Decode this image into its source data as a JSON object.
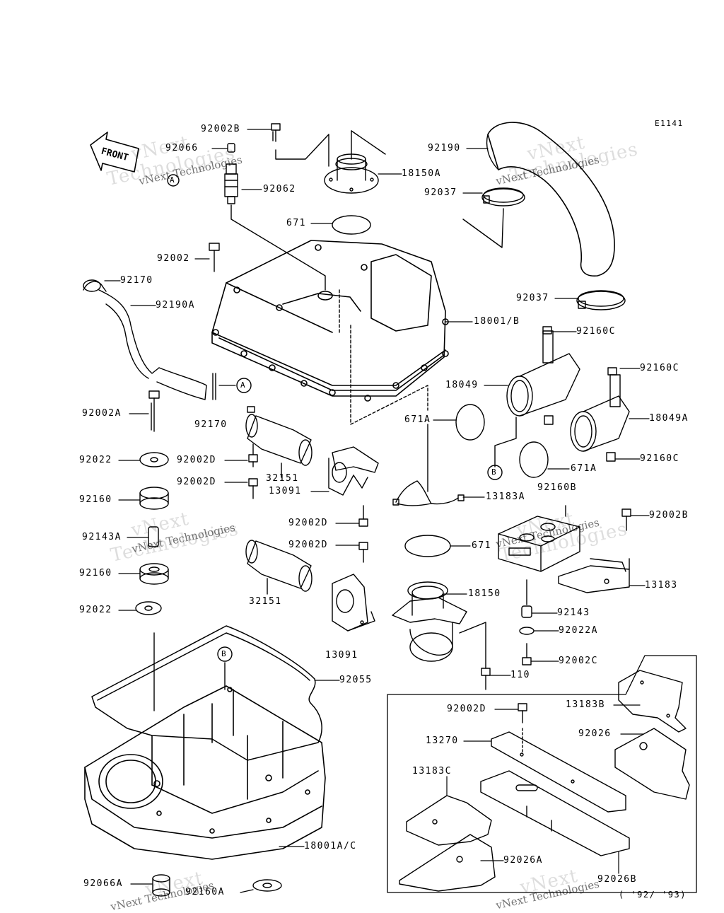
{
  "diagram_id": "E1141",
  "front_label": "FRONT",
  "watermark": {
    "brand": "vNext Technologies",
    "line1": "vNext",
    "line2": "Technologies"
  },
  "markers": {
    "a": "A",
    "b": "B"
  },
  "labels": {
    "p92002B_top": "92002B",
    "p92066": "92066",
    "p92062": "92062",
    "p18150A": "18150A",
    "p92190": "92190",
    "p92037_top": "92037",
    "p671": "671",
    "p92002": "92002",
    "p92170": "92170",
    "p92190A": "92190A",
    "p18001B": "18001/B",
    "p92037_mid": "92037",
    "p92160C_1": "92160C",
    "p92160C_2": "92160C",
    "p18049": "18049",
    "p18049A": "18049A",
    "p92002A": "92002A",
    "p92170_low": "92170",
    "p671A_1": "671A",
    "p671A_2": "671A",
    "p92160C_3": "92160C",
    "p92022": "92022",
    "p92002D_1": "92002D",
    "p32151_1": "32151",
    "p92002D_2": "92002D",
    "p13091_1": "13091",
    "p13183A": "13183A",
    "p92160B": "92160B",
    "p92160": "92160",
    "p92002B_right": "92002B",
    "p92002D_3": "92002D",
    "p92002D_4": "92002D",
    "p92143A": "92143A",
    "p671_low": "671",
    "p92160_2": "92160",
    "p13183": "13183",
    "p18150": "18150",
    "p32151_2": "32151",
    "p92022_2": "92022",
    "p92143": "92143",
    "p92022A": "92022A",
    "p13091_2": "13091",
    "p92002C": "92002C",
    "p110": "110",
    "p92055": "92055",
    "p92002D_5": "92002D",
    "p13183B": "13183B",
    "p13270": "13270",
    "p92026": "92026",
    "p13183C": "13183C",
    "p18001AC": "18001A/C",
    "p92026A": "92026A",
    "p92026B": "92026B",
    "p92066A": "92066A",
    "p92160A": "92160A",
    "years_note": "( '92/ '93)"
  }
}
